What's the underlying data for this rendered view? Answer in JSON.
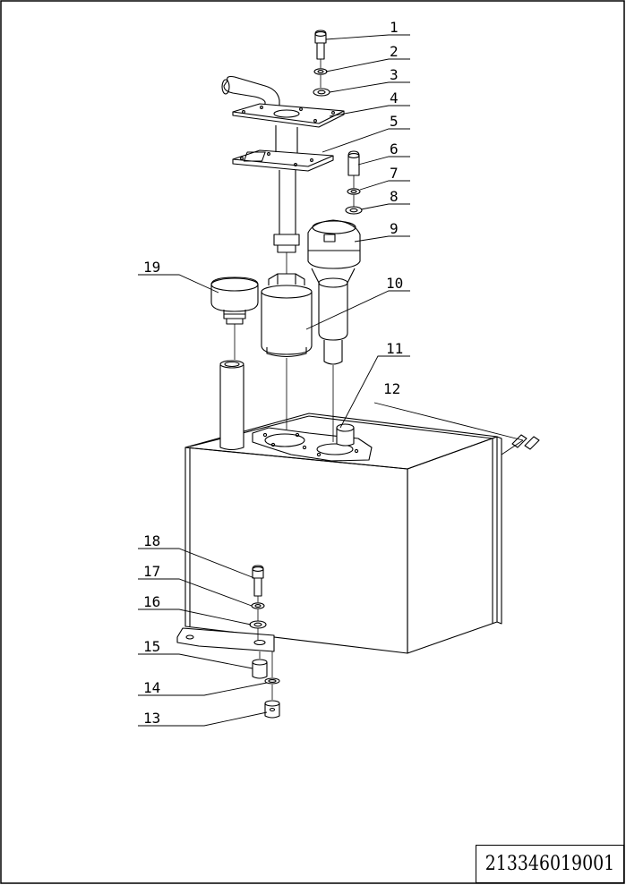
{
  "drawing_number": "213346019001",
  "callouts": [
    {
      "label": "1"
    },
    {
      "label": "2"
    },
    {
      "label": "3"
    },
    {
      "label": "4"
    },
    {
      "label": "5"
    },
    {
      "label": "6"
    },
    {
      "label": "7"
    },
    {
      "label": "8"
    },
    {
      "label": "9"
    },
    {
      "label": "10"
    },
    {
      "label": "11"
    },
    {
      "label": "12"
    },
    {
      "label": "13"
    },
    {
      "label": "14"
    },
    {
      "label": "15"
    },
    {
      "label": "16"
    },
    {
      "label": "17"
    },
    {
      "label": "18"
    },
    {
      "label": "19"
    }
  ]
}
